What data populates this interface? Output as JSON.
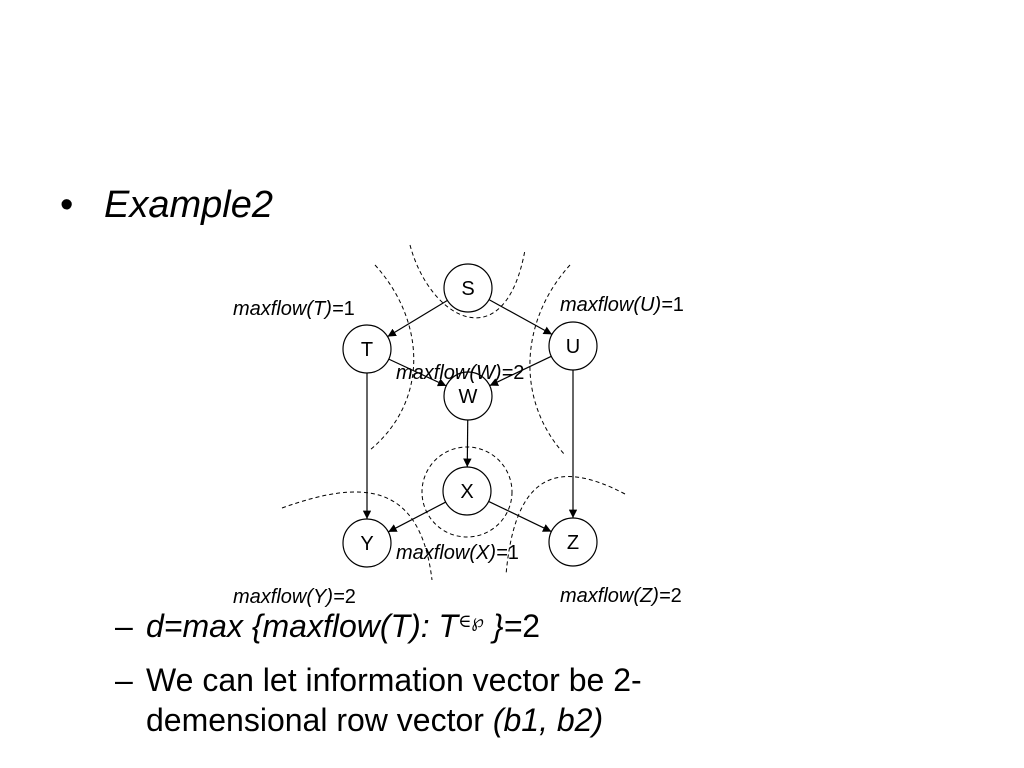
{
  "slide": {
    "bullet": "•",
    "title": "Example2",
    "points": [
      {
        "dash": "–",
        "pre": "d=max {maxflow(T): T",
        "symbol": "∈℘",
        "post_italic": " }=",
        "post": "2"
      },
      {
        "dash": "–",
        "line1": "We can let information vector be 2-",
        "line2_plain": "demensional row vector ",
        "line2_italic": "(b1, b2)"
      }
    ]
  },
  "diagram": {
    "nodes": [
      {
        "id": "S",
        "label": "S"
      },
      {
        "id": "T",
        "label": "T"
      },
      {
        "id": "U",
        "label": "U"
      },
      {
        "id": "W",
        "label": "W"
      },
      {
        "id": "X",
        "label": "X"
      },
      {
        "id": "Y",
        "label": "Y"
      },
      {
        "id": "Z",
        "label": "Z"
      }
    ],
    "edges": [
      [
        "S",
        "T"
      ],
      [
        "S",
        "U"
      ],
      [
        "T",
        "W"
      ],
      [
        "U",
        "W"
      ],
      [
        "W",
        "X"
      ],
      [
        "T",
        "Y"
      ],
      [
        "U",
        "Z"
      ],
      [
        "X",
        "Y"
      ],
      [
        "X",
        "Z"
      ]
    ],
    "annotations": [
      {
        "id": "T",
        "italic": "maxflow(T)=",
        "value": "1"
      },
      {
        "id": "U",
        "italic": "maxflow(U)=",
        "value": "1"
      },
      {
        "id": "W",
        "italic": "maxflow(W)=",
        "value": "2"
      },
      {
        "id": "X",
        "italic": "maxflow(X)=",
        "value": "1"
      },
      {
        "id": "Y",
        "italic": "maxflow(Y)=",
        "value": "2"
      },
      {
        "id": "Z",
        "italic": "maxflow(Z)=",
        "value": "2"
      }
    ]
  }
}
